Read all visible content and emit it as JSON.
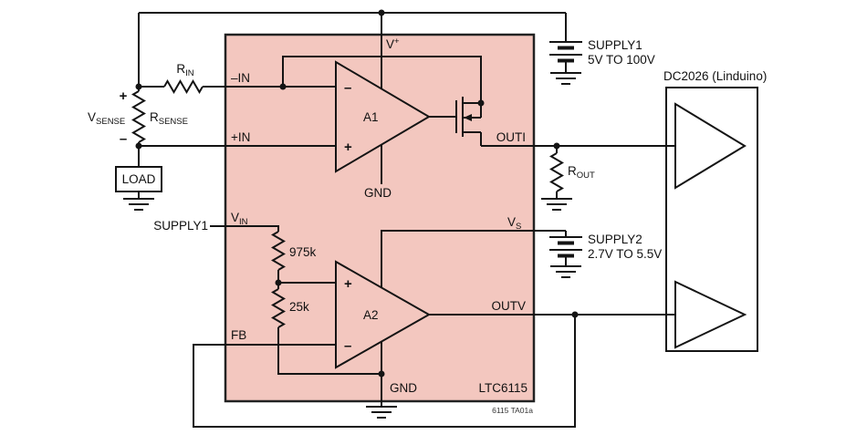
{
  "colors": {
    "ic_fill": "#f3c7bf",
    "wire": "#141414",
    "text": "#111111"
  },
  "diagram": {
    "note": "6115 TA01a",
    "sym": {
      "v": "V",
      "r": "R",
      "plus": "+",
      "minus": "–"
    },
    "ic": {
      "name": "LTC6115",
      "pins": {
        "neg_in": "–IN",
        "pos_in": "+IN",
        "vplus_sup": "+",
        "gnd": "GND",
        "vin_sub": "IN",
        "fb": "FB",
        "vs_sub": "S",
        "outi": "OUTI",
        "outv": "OUTV"
      },
      "amps": {
        "a1": "A1",
        "a2": "A2"
      },
      "resistors": {
        "r1": "975k",
        "r2": "25k"
      }
    },
    "external": {
      "rin_sub": "IN",
      "rsense_sub": "SENSE",
      "vsense_sub": "SENSE",
      "rout_sub": "OUT",
      "load": "LOAD",
      "supply1_name": "SUPPLY1",
      "supply1_range": "5V TO 100V",
      "supply2_name": "SUPPLY2",
      "supply2_range": "2.7V TO 5.5V",
      "dc2026": "DC2026 (Linduino)"
    }
  }
}
